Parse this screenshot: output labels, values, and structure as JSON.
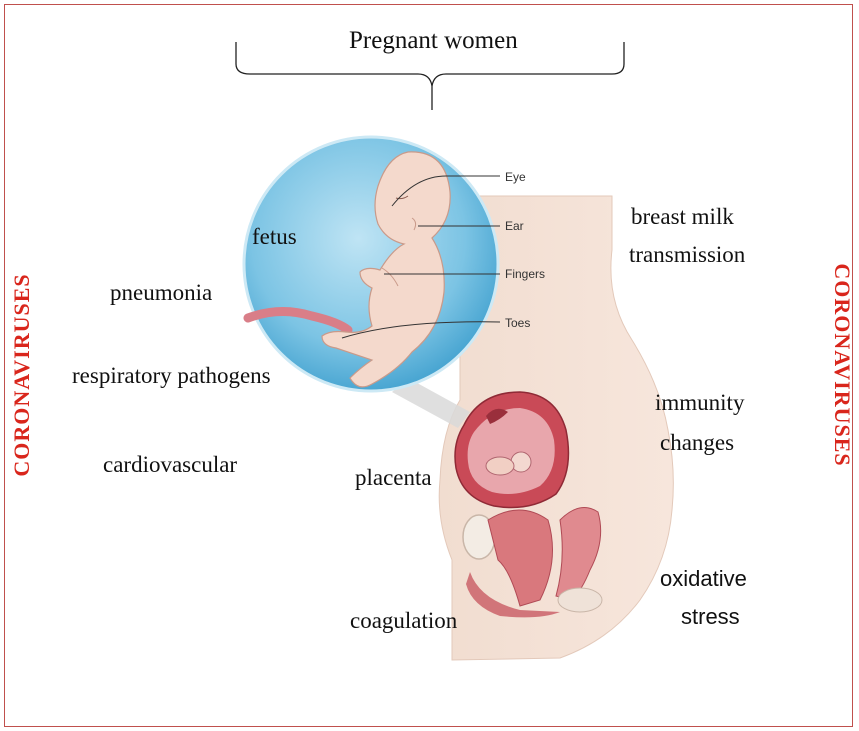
{
  "title": "Pregnant women",
  "side_labels": {
    "left": "CORONAVIRUSES",
    "right": "CORONAVIRUSES"
  },
  "fetus_parts": {
    "eye": "Eye",
    "ear": "Ear",
    "fingers": "Fingers",
    "toes": "Toes"
  },
  "labels": {
    "fetus": "fetus",
    "pneumonia": "pneumonia",
    "respiratory": "respiratory pathogens",
    "cardiovascular": "cardiovascular",
    "placenta": "placenta",
    "coagulation": "coagulation",
    "breast_milk_1": "breast milk",
    "breast_milk_2": "transmission",
    "immunity_1": "immunity",
    "immunity_2": "changes",
    "oxidative_1": "oxidative",
    "oxidative_2": "stress"
  }
}
